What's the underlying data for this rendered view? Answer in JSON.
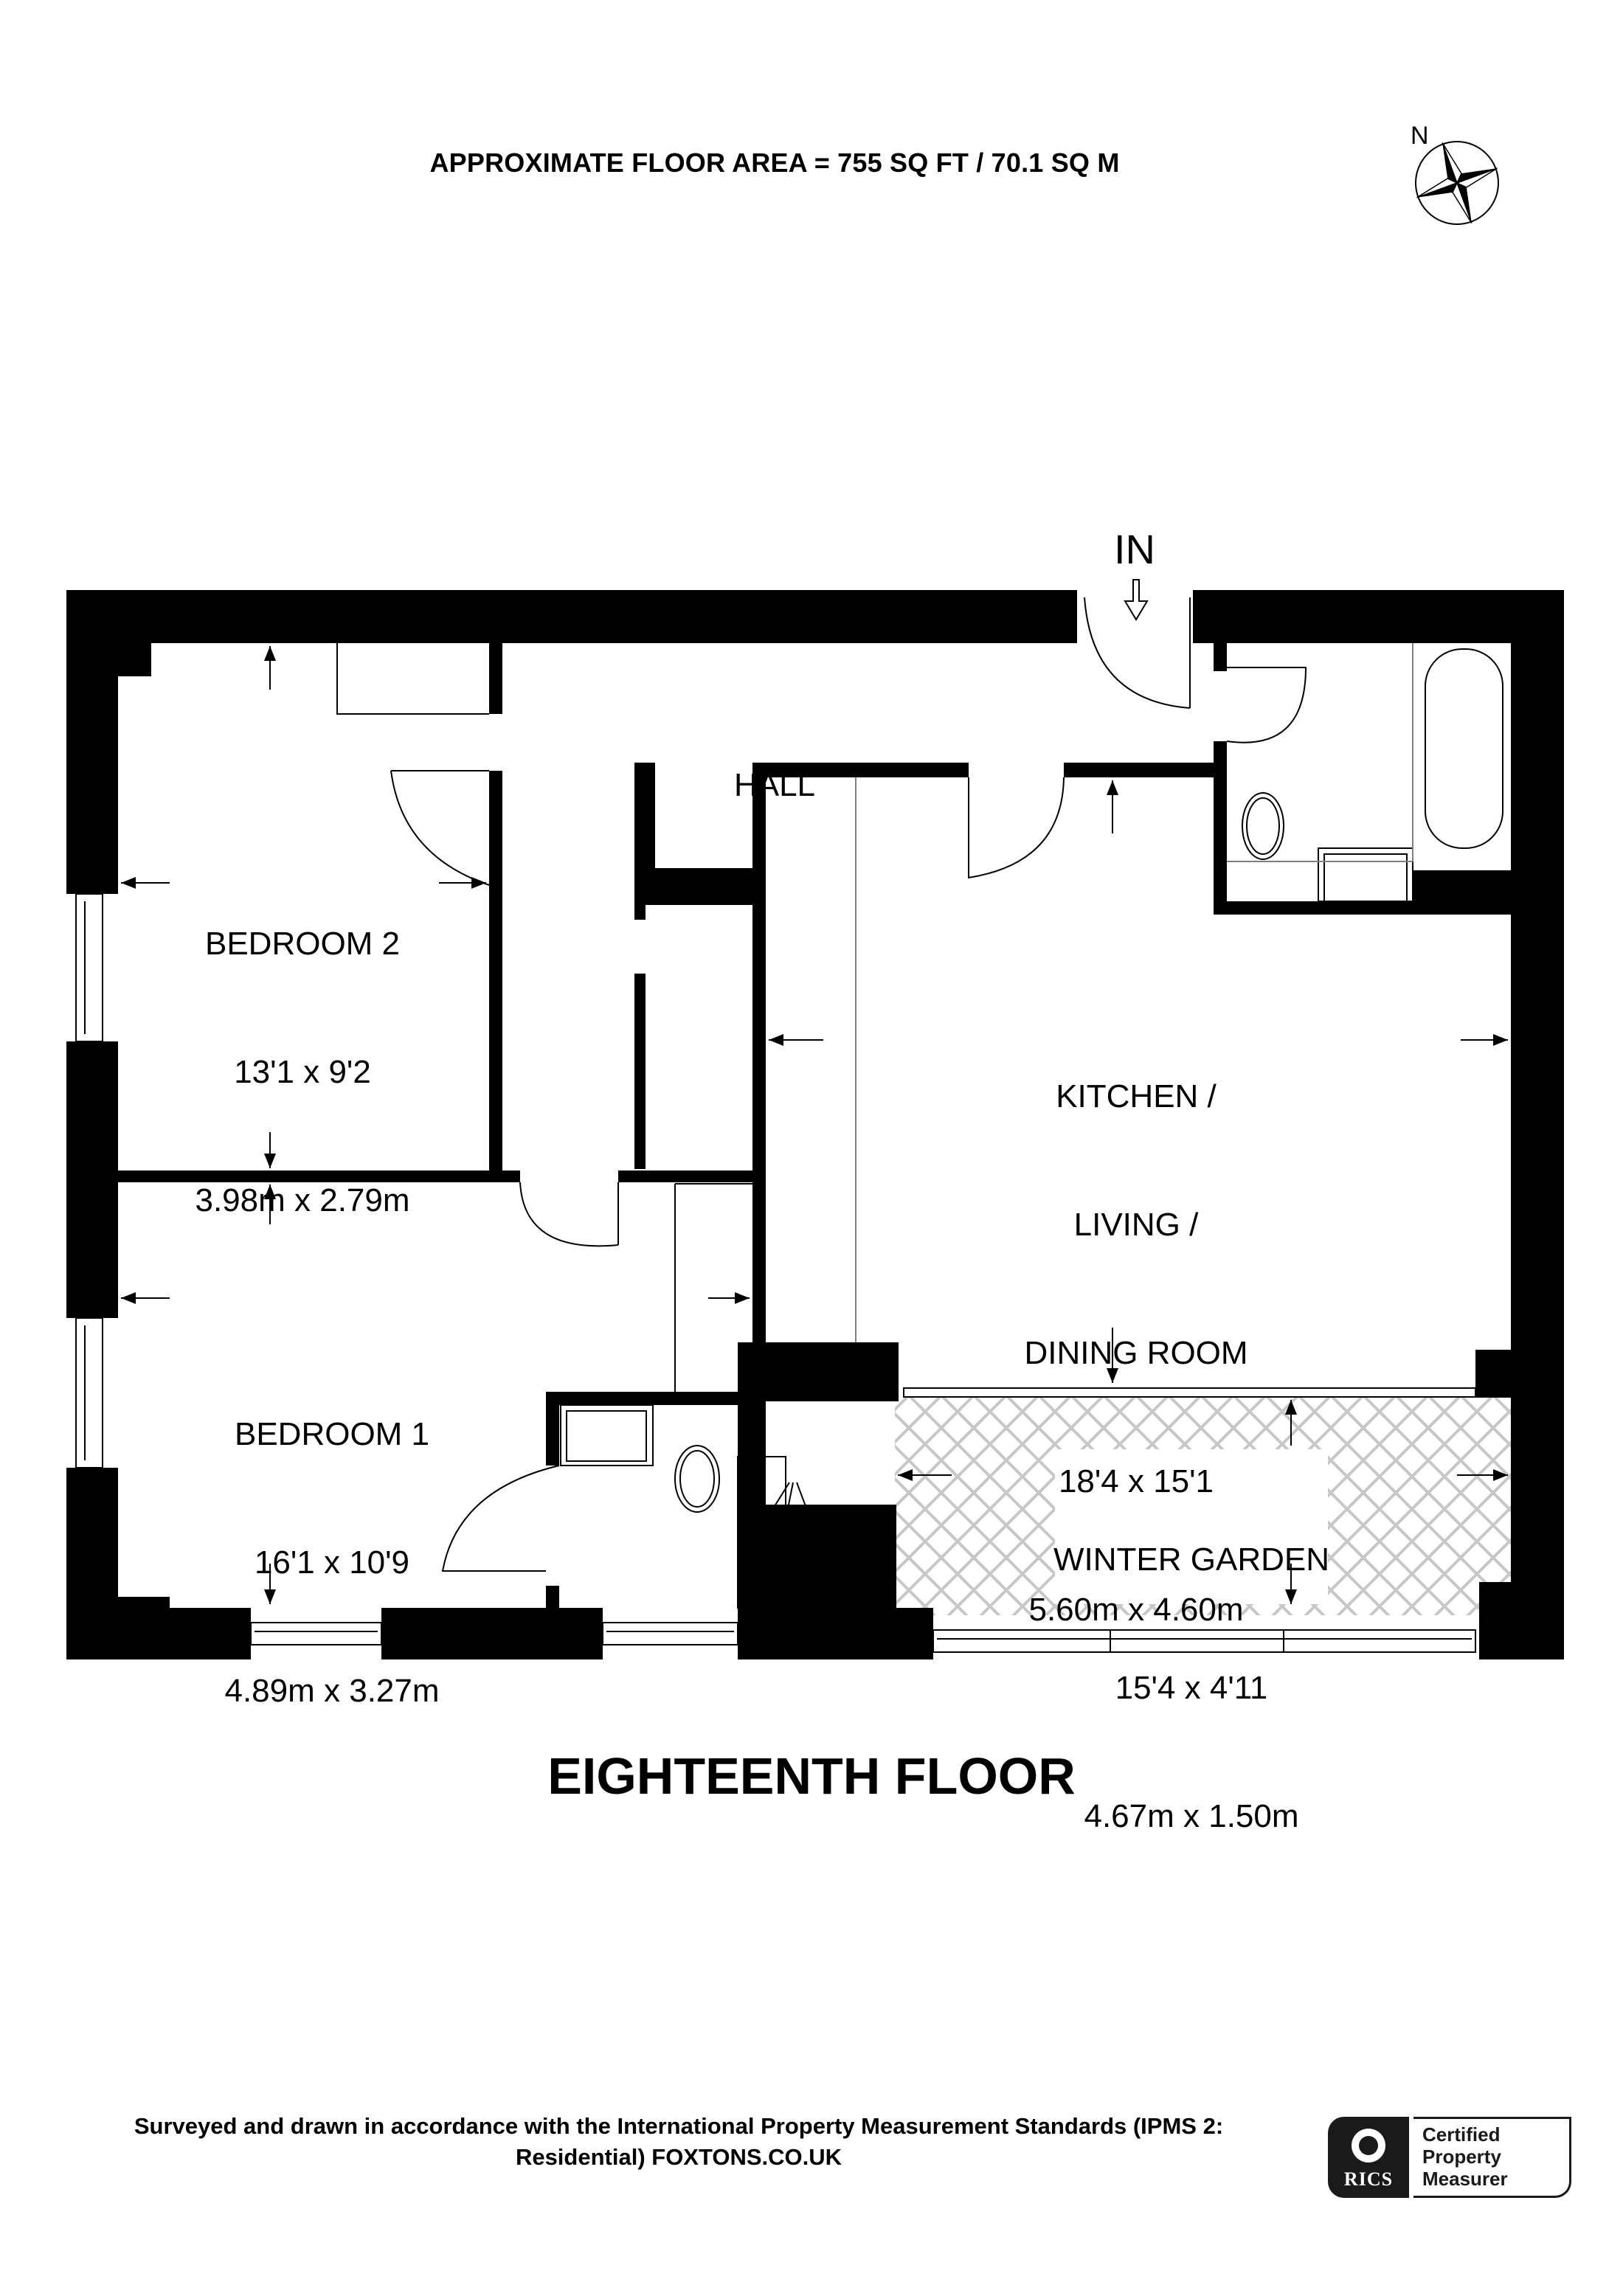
{
  "header": {
    "floor_area": "APPROXIMATE FLOOR AREA = 755 SQ FT / 70.1 SQ M",
    "compass_label": "N"
  },
  "entrance": {
    "label": "IN"
  },
  "rooms": [
    {
      "id": "hall",
      "name": "HALL",
      "imperial": "",
      "metric": ""
    },
    {
      "id": "bedroom-2",
      "name": "BEDROOM 2",
      "imperial": "13'1 x 9'2",
      "metric": "3.98m x 2.79m"
    },
    {
      "id": "kitchen-living-dining",
      "name_lines": [
        "KITCHEN /",
        "LIVING /",
        "DINING ROOM"
      ],
      "imperial": "18'4 x 15'1",
      "metric": "5.60m x 4.60m"
    },
    {
      "id": "bedroom-1",
      "name": "BEDROOM 1",
      "imperial": "16'1 x 10'9",
      "metric": "4.89m x 3.27m"
    },
    {
      "id": "winter-garden",
      "name": "WINTER GARDEN",
      "imperial": "15'4 x 4'11",
      "metric": "4.67m x 1.50m"
    }
  ],
  "floor_title": "EIGHTEENTH FLOOR",
  "footer": {
    "line1": "Surveyed and drawn in accordance with the International Property Measurement Standards (IPMS 2:",
    "line2": "Residential) FOXTONS.CO.UK"
  },
  "badge": {
    "org": "RICS",
    "lines": [
      "Certified",
      "Property",
      "Measurer"
    ]
  },
  "colors": {
    "wall": "#000000",
    "hatch": "#c8c8c8",
    "background": "#ffffff"
  }
}
